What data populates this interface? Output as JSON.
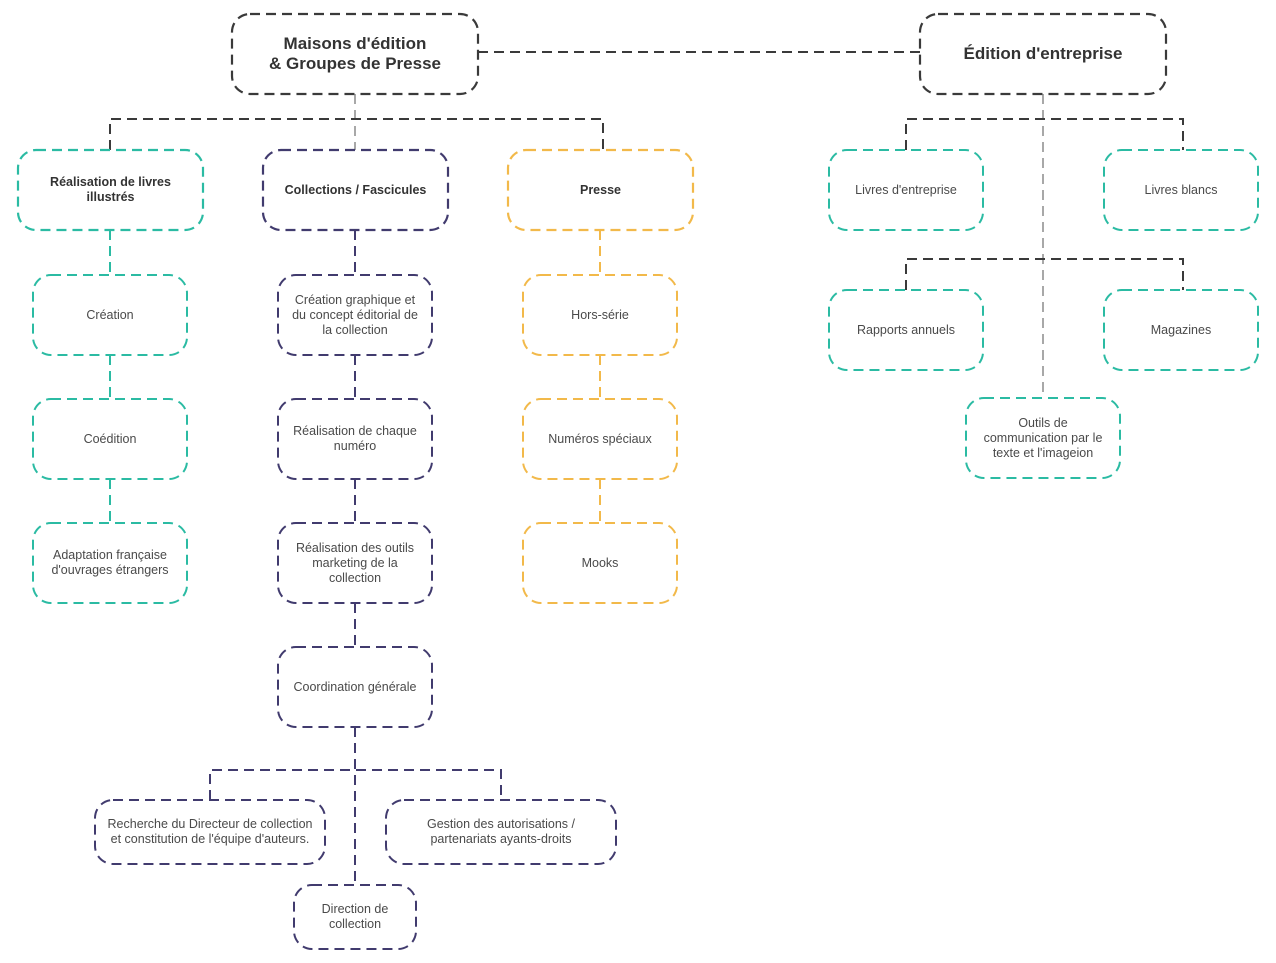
{
  "colors": {
    "dark": "#3a3a3a",
    "teal": "#2bbba3",
    "purple": "#413b6e",
    "orange": "#f2b94a",
    "gray": "#a8a8a8"
  },
  "nodes": {
    "publishers": "Maisons d'édition\n& Groupes de Presse",
    "corporate": "Édition d'entreprise",
    "illustrated_books": "Réalisation de livres illustrés",
    "collections": "Collections / Fascicules",
    "press": "Presse",
    "creation": "Création",
    "coedition": "Coédition",
    "adaptation": "Adaptation française d'ouvrages étrangers",
    "graphic_concept": "Création graphique et du concept éditorial de la collection",
    "each_issue": "Réalisation de chaque numéro",
    "marketing_tools": "Réalisation des outils marketing de la collection",
    "coordination": "Coordination générale",
    "director_search": "Recherche du Directeur de collection et constitution de l'équipe d'auteurs.",
    "rights": "Gestion des autorisations / partenariats ayants-droits",
    "collection_direction": "Direction de collection",
    "special_series": "Hors-série",
    "special_issues": "Numéros spéciaux",
    "mooks": "Mooks",
    "corporate_books": "Livres d'entreprise",
    "white_papers": "Livres blancs",
    "annual_reports": "Rapports annuels",
    "magazines": "Magazines",
    "comm_tools": "Outils de communication par le texte et l'imageion"
  }
}
